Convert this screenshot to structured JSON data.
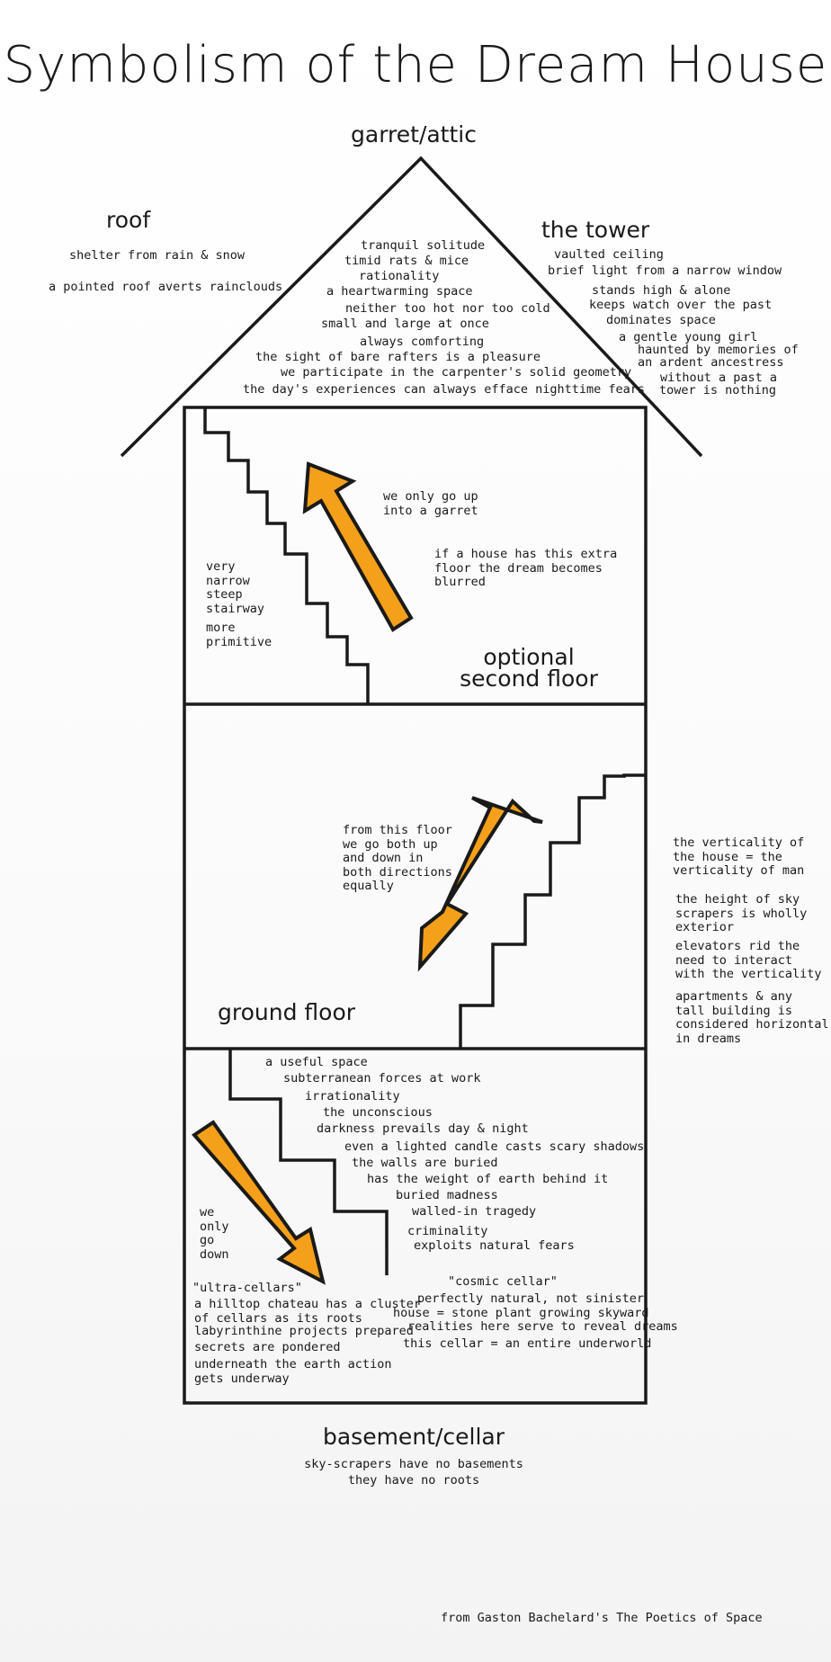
{
  "title": "Symbolism of the Dream House",
  "garret_label": "garret/attic",
  "roof": {
    "heading": "roof",
    "notes": [
      "shelter from rain & snow",
      "a pointed roof averts rainclouds"
    ]
  },
  "attic_notes": [
    "tranquil solitude",
    "timid rats & mice",
    "rationality",
    "a heartwarming space",
    "neither too hot nor too cold",
    "small and large at once",
    "always comforting",
    "the sight of bare rafters is a pleasure",
    "we participate in the carpenter's solid geometry",
    "the day's experiences can always efface nighttime fears"
  ],
  "tower": {
    "heading": "the tower",
    "notes": [
      "vaulted ceiling",
      "brief light from a narrow window",
      "stands high & alone",
      "keeps watch over the past",
      "dominates space",
      "a gentle young girl",
      "haunted by memories of",
      "an ardent ancestress",
      "without a past a",
      "tower is nothing"
    ]
  },
  "second_floor": {
    "label_line1": "optional",
    "label_line2": "second floor",
    "up_note": "we only go up\ninto a garret",
    "blur_note": "if a house has this extra\nfloor the dream becomes\nblurred",
    "stair_note": "very\nnarrow\nsteep\nstairway",
    "primitive_note": "more\nprimitive"
  },
  "ground_floor": {
    "label": "ground floor",
    "both_note": "from this floor\nwe go both up\nand down in\nboth directions\nequally"
  },
  "verticality_notes": [
    "the verticality of\nthe house = the\nverticality of man",
    "the height of sky\nscrapers is wholly\nexterior",
    "elevators rid the\nneed to interact\nwith the verticality",
    "apartments & any\ntall building is\nconsidered horizontal\nin dreams"
  ],
  "basement_notes": [
    "a useful space",
    "subterranean forces at work",
    "irrationality",
    "the unconscious",
    "darkness prevails day & night",
    "even a lighted candle casts scary shadows",
    "the walls are buried",
    "has the weight of earth behind it",
    "buried madness",
    "walled-in tragedy",
    "criminality",
    "exploits natural fears"
  ],
  "down_note": "we\nonly\ngo\ndown",
  "ultra_cellars": {
    "heading": "\"ultra-cellars\"",
    "notes": [
      "a hilltop chateau has a cluster\nof cellars as its roots",
      "labyrinthine projects prepared",
      "secrets are pondered",
      "underneath the earth action\ngets underway"
    ]
  },
  "cosmic_cellar": {
    "heading": "\"cosmic cellar\"",
    "notes": [
      "perfectly natural, not sinister",
      "house = stone plant growing skyward",
      "realities here serve to reveal dreams",
      "this cellar = an entire underworld"
    ]
  },
  "basement": {
    "label": "basement/cellar",
    "notes": [
      "sky-scrapers have no basements",
      "they have no roots"
    ]
  },
  "credit": "from Gaston Bachelard's The Poetics of Space",
  "colors": {
    "arrow_fill": "#f5a01a",
    "ink": "#1a1a1a"
  }
}
